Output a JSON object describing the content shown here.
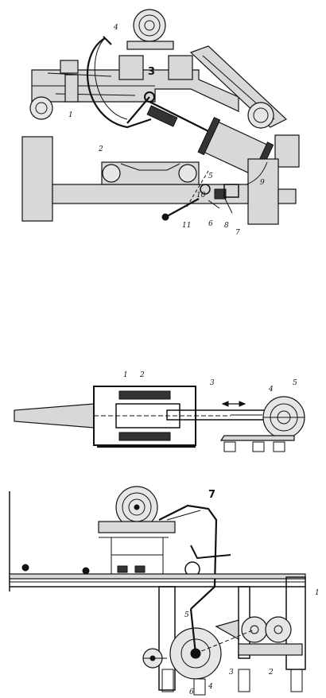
{
  "figure1": {
    "labels": {
      "l1": "1",
      "l2": "2",
      "l3": "3",
      "l4": "4",
      "l5": "5",
      "l6": "6",
      "l7": "7",
      "l8": "8",
      "l9": "9",
      "l10": "10",
      "l11": "11"
    }
  },
  "figure2": {
    "labels": {
      "l1": "1",
      "l2": "2",
      "l3": "3",
      "l4": "4",
      "l5": "5"
    }
  },
  "figure3": {
    "labels": {
      "l1": "1",
      "l2": "2",
      "l3": "3",
      "l4": "4",
      "l5": "5",
      "l6": "6",
      "l7": "7"
    }
  }
}
